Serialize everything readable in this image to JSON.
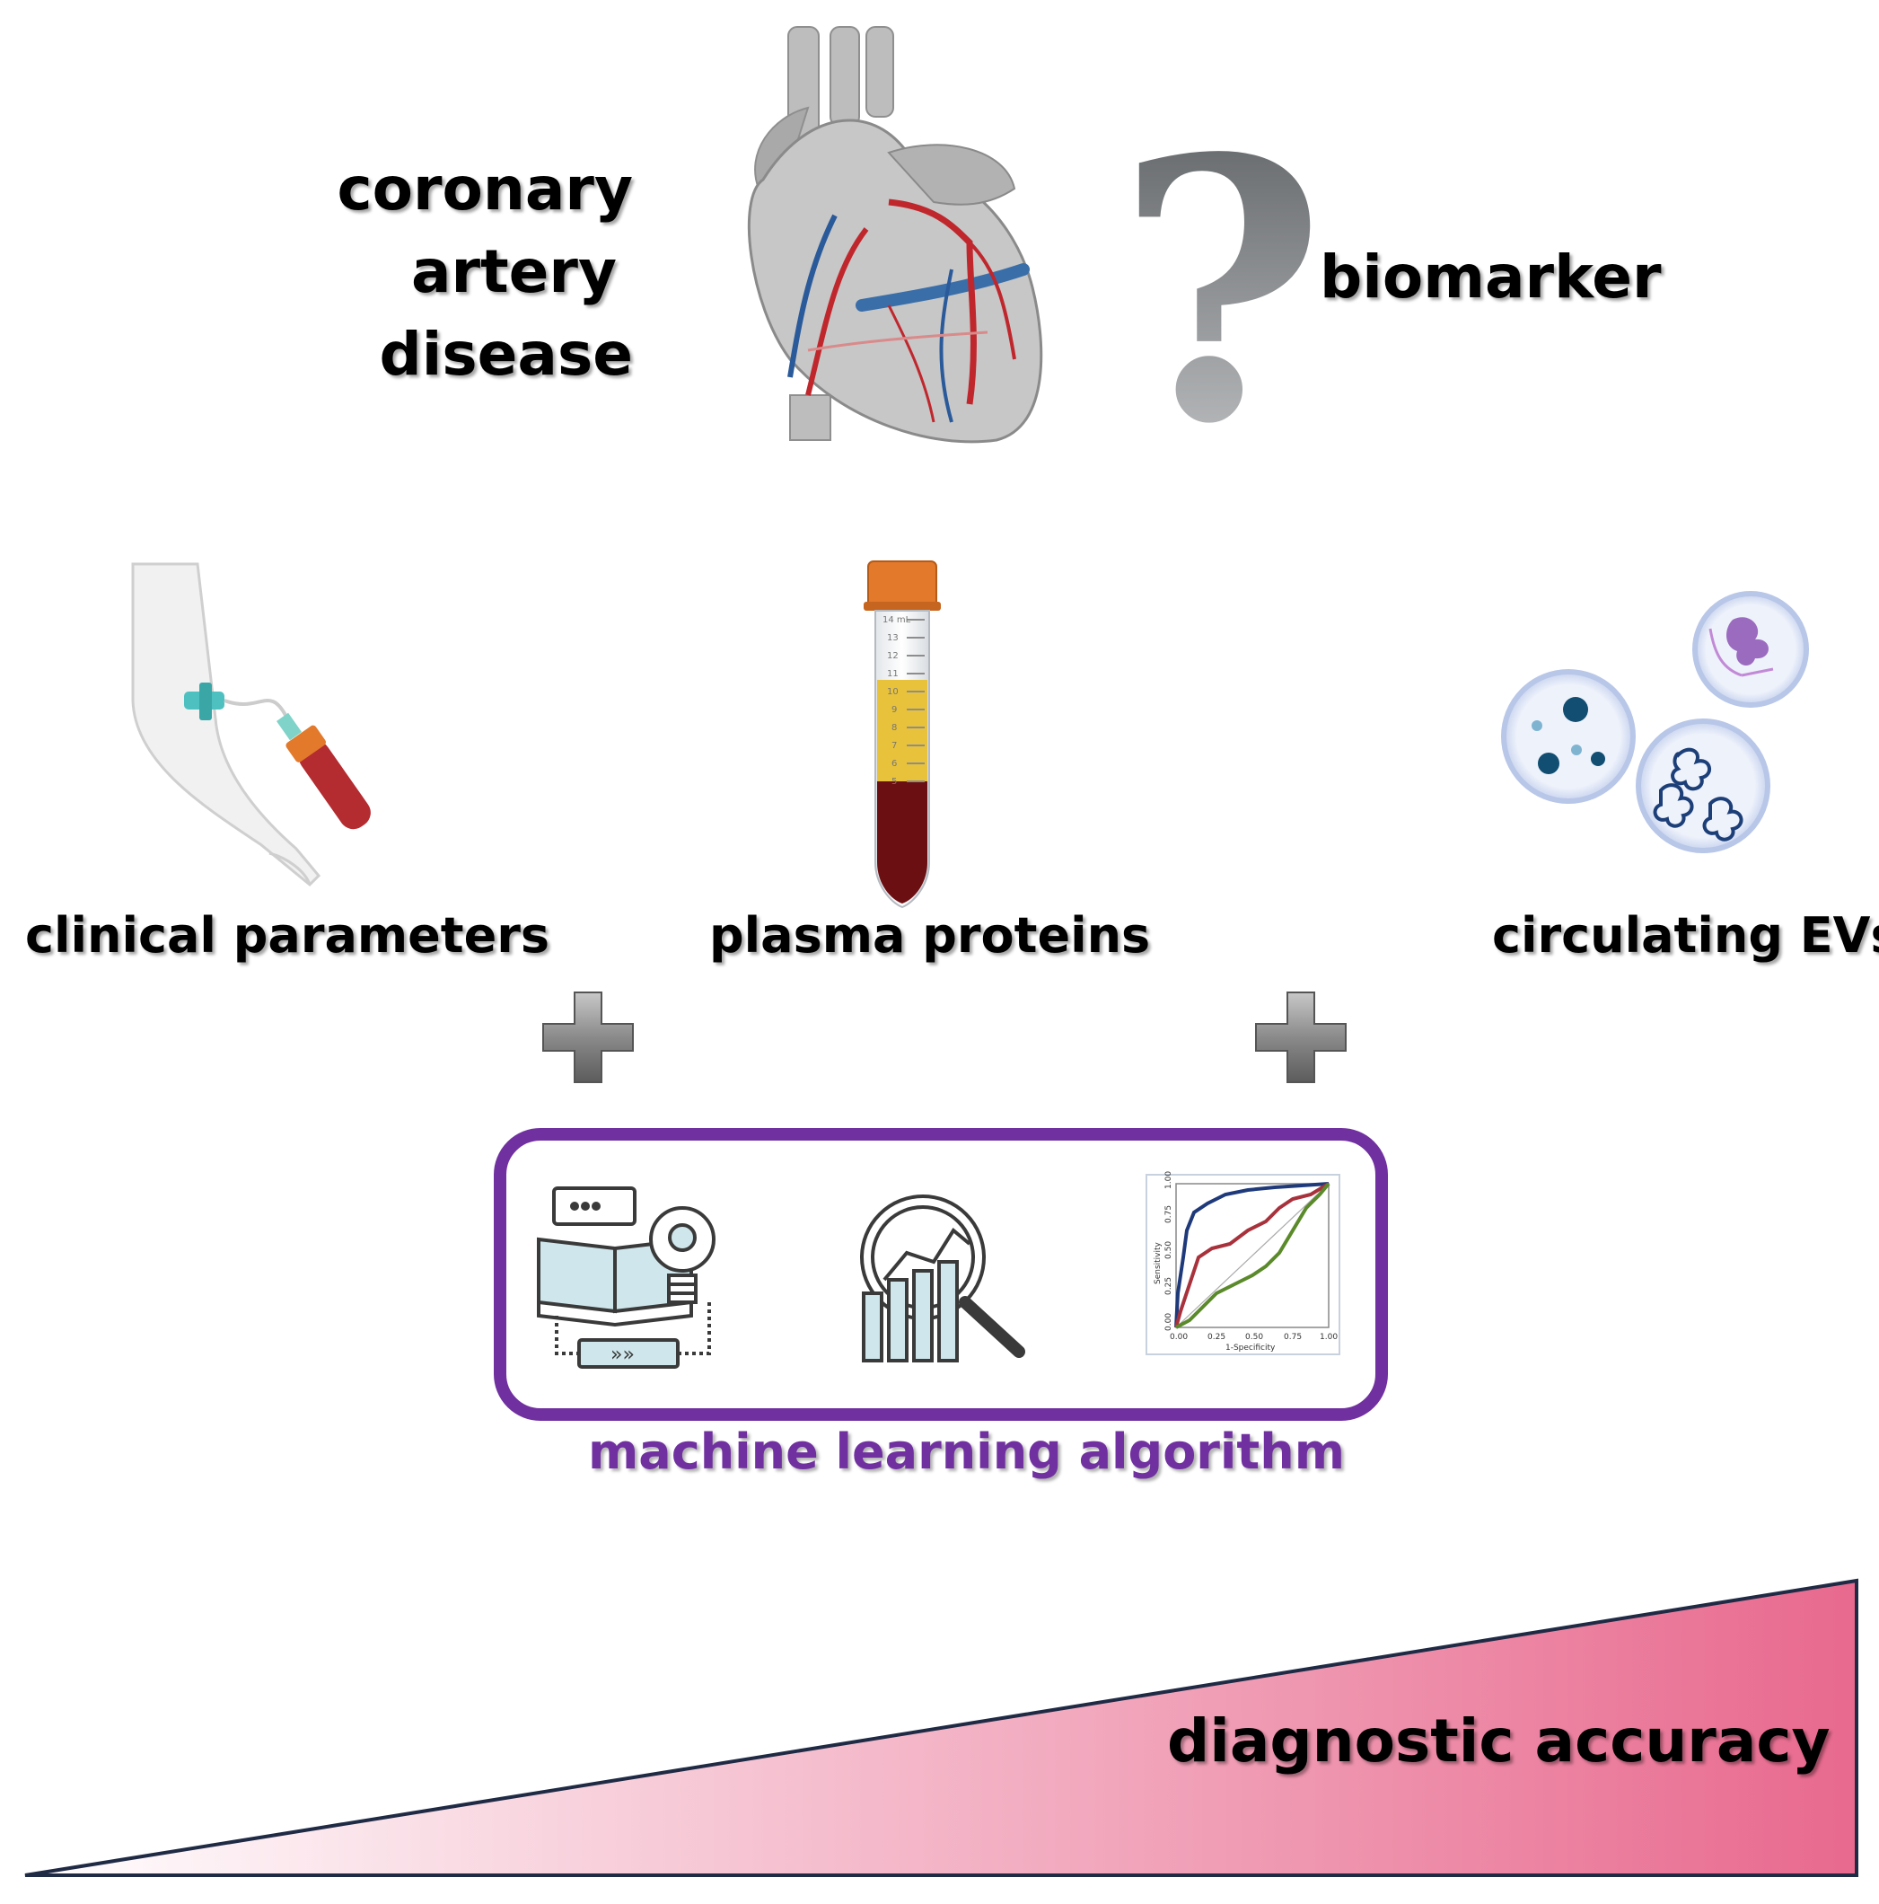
{
  "labels": {
    "disease_line1": "coronary",
    "disease_line2": "artery",
    "disease_line3": "disease",
    "question_mark": "?",
    "biomarker": "biomarker",
    "clinical": "clinical parameters",
    "plasma": "plasma proteins",
    "evs": "circulating EVs",
    "plus": "+",
    "ml": "machine learning algorithm",
    "accuracy": "diagnostic accuracy"
  },
  "roc": {
    "xlabel": "1-Specificity",
    "ylabel": "Sensitivity",
    "ticks": [
      "0.00",
      "0.25",
      "0.50",
      "0.75",
      "1.00"
    ]
  },
  "tube_marks": [
    "14 mL",
    "13",
    "12",
    "11",
    "10",
    "9",
    "8",
    "7",
    "6",
    "5"
  ],
  "colors": {
    "ml_box": "#7030a0",
    "wedge_start": "#ffffff",
    "wedge_end": "#e8698e",
    "roc_blue": "#1f3a7a",
    "roc_red": "#a8323c",
    "roc_green": "#5a8a2a",
    "artery_red": "#c0272d",
    "vein_blue": "#2a5a9a",
    "plasma_yellow": "#e8c23a",
    "blood_dark": "#6b0f12",
    "cap_orange": "#e2792b"
  },
  "icons": [
    "heart-icon",
    "question-mark-icon",
    "arm-blood-draw-icon",
    "plasma-tube-icon",
    "extracellular-vesicles-icon",
    "plus-icon",
    "knowledge-icon",
    "analytics-icon",
    "roc-curve-icon"
  ]
}
